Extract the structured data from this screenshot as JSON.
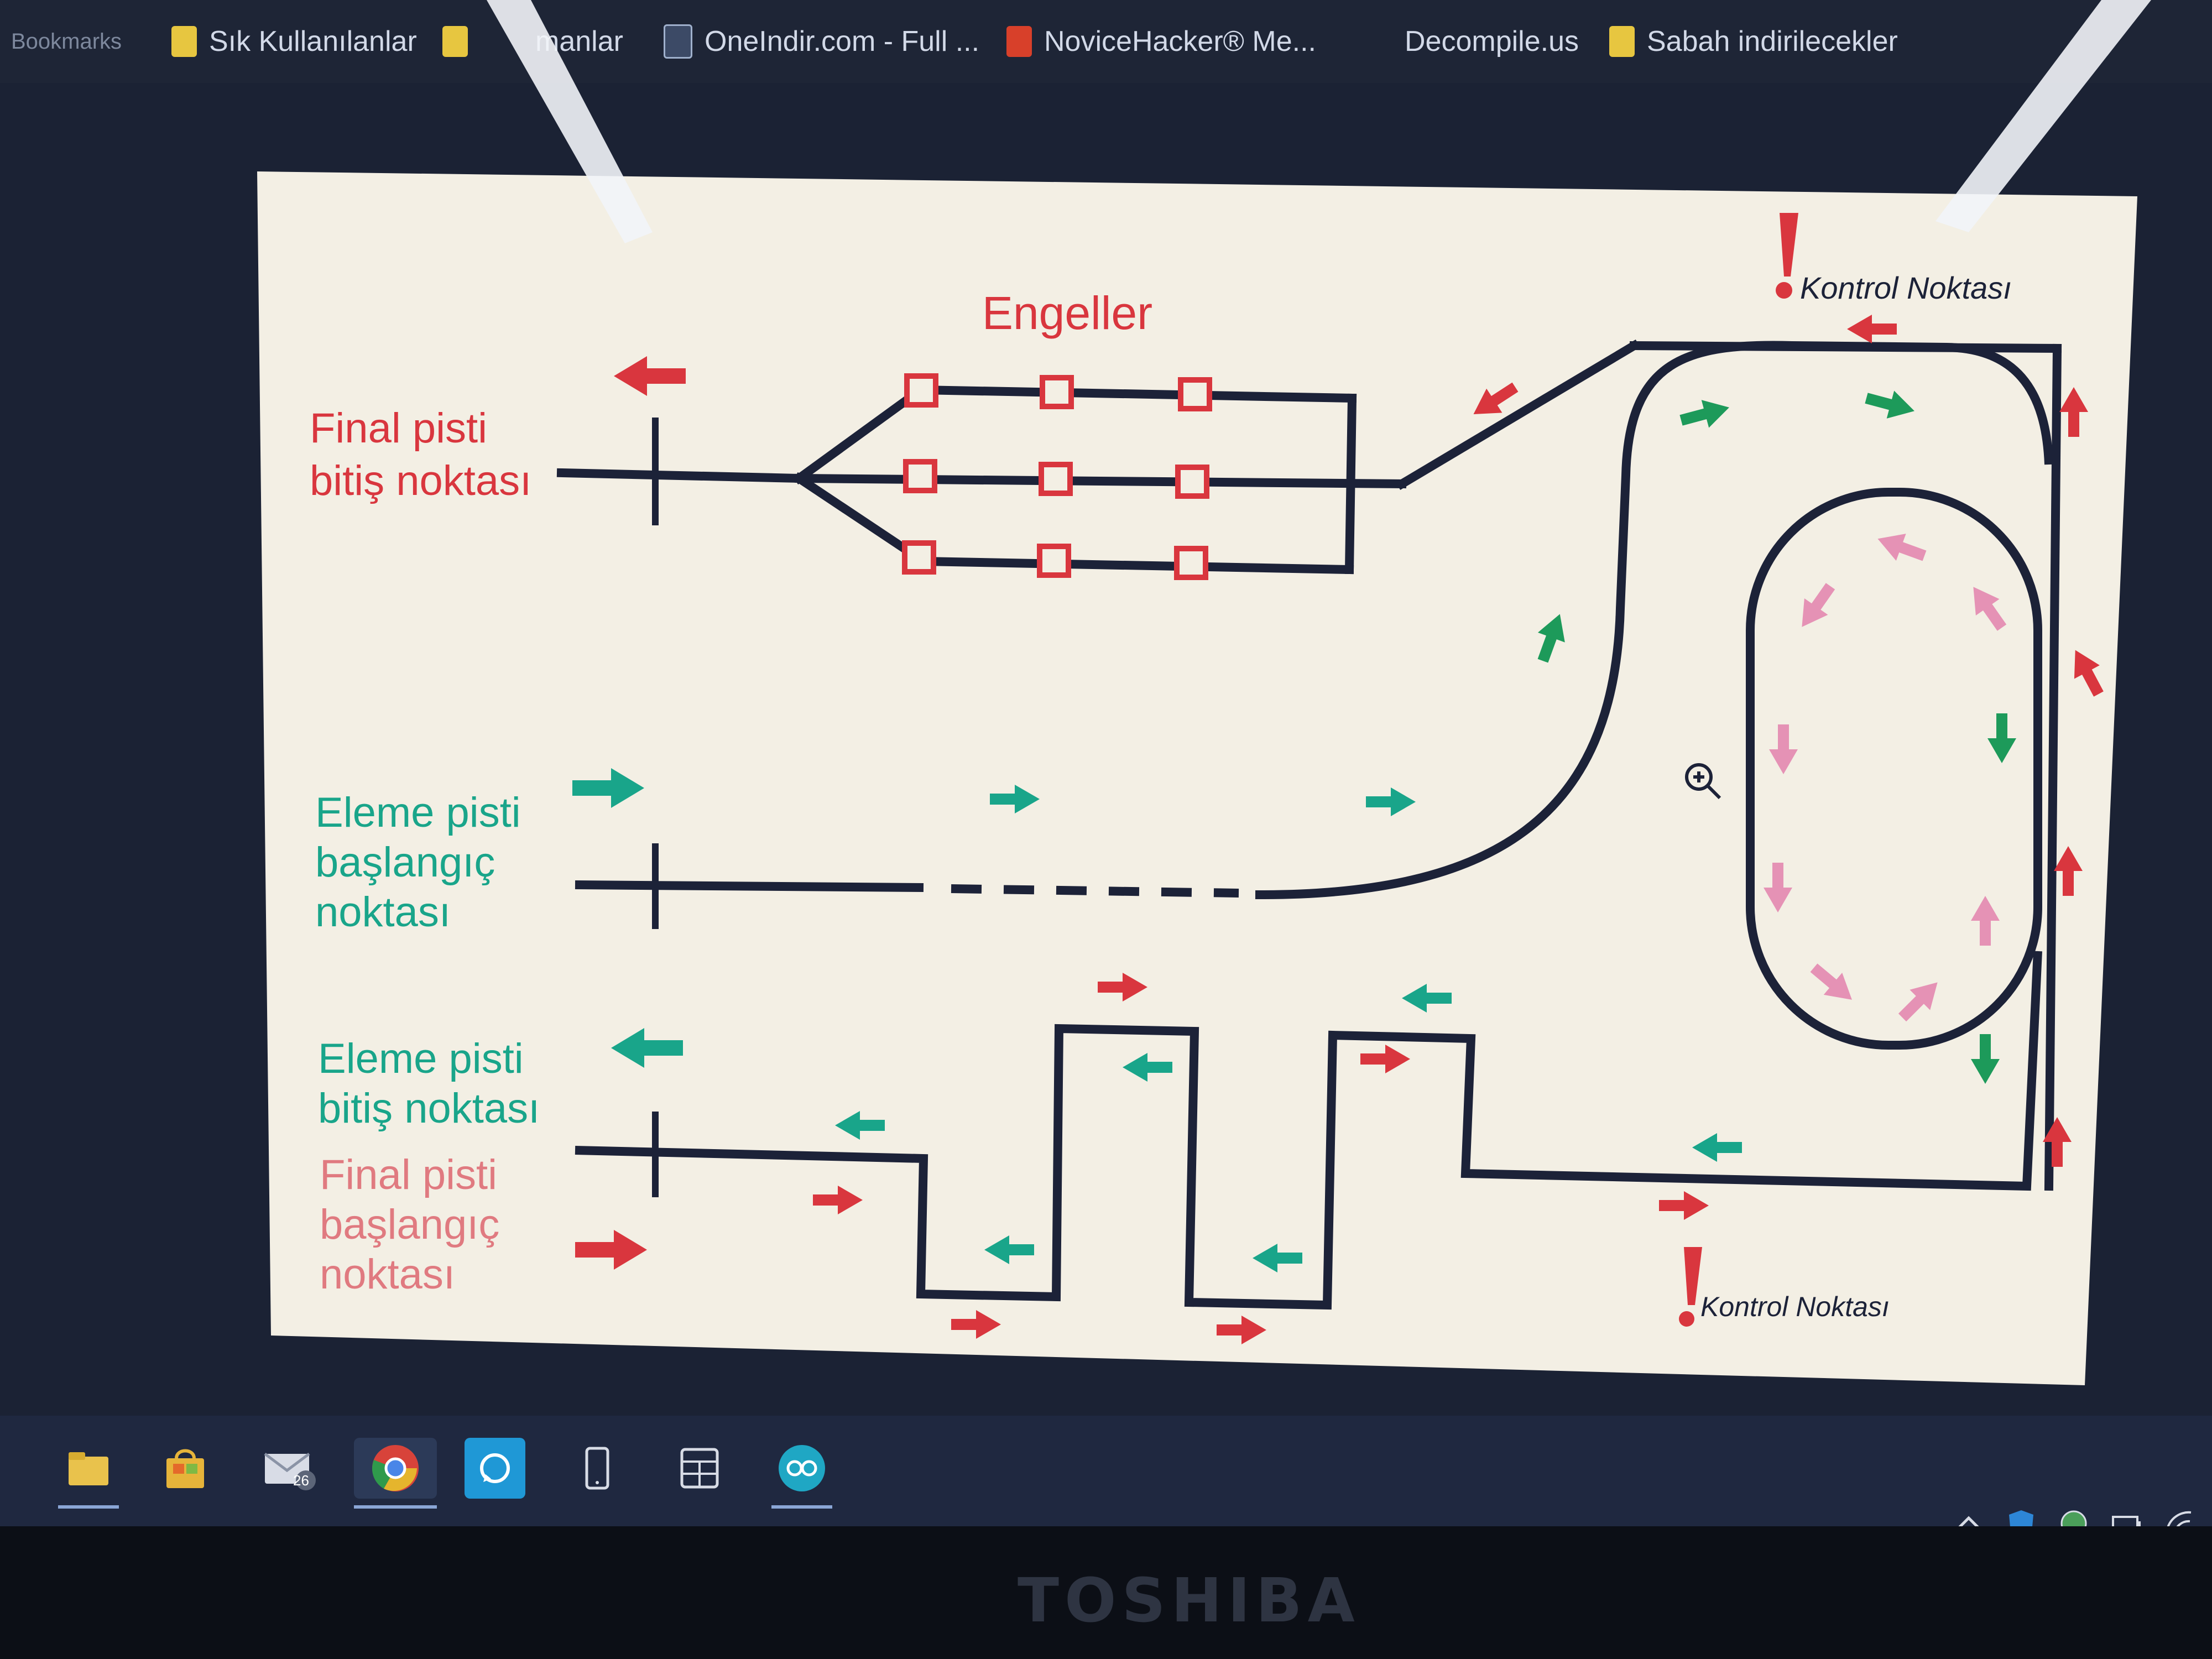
{
  "browser": {
    "bookmarks_bar": [
      {
        "label": "Bookmarks",
        "icon": "none"
      },
      {
        "label": "Sık Kullanılanlar",
        "icon": "folder-icon"
      },
      {
        "label": "manlar",
        "icon": "folder-icon"
      },
      {
        "label": "OneIndir.com - Full ...",
        "icon": "site-icon"
      },
      {
        "label": "NoviceHacker® Me...",
        "icon": "hacker-icon"
      },
      {
        "label": "Decompile.us",
        "icon": "none"
      },
      {
        "label": "Sabah indirilecekler",
        "icon": "folder-icon"
      }
    ]
  },
  "diagram": {
    "title": "Engeller",
    "final_finish": [
      "Final pisti",
      "bitiş noktası"
    ],
    "elim_start": [
      "Eleme pisti",
      "başlangıç",
      "noktası"
    ],
    "elim_finish": [
      "Eleme pisti",
      "bitiş noktası"
    ],
    "final_start": [
      "Final pisti",
      "başlangıç",
      "noktası"
    ],
    "checkpoint_label": "Kontrol Noktası",
    "colors": {
      "red": "#d9363e",
      "green": "#1d9a5a",
      "teal": "#19a58a",
      "pink": "#e592b5",
      "track": "#1c2238",
      "slide_bg": "#f3efe4"
    }
  },
  "taskbar": {
    "apps": [
      "file-explorer-icon",
      "store-icon",
      "mail-icon",
      "chrome-icon",
      "whatsapp-icon",
      "phone-icon",
      "calculator-icon",
      "arduino-icon"
    ],
    "mail_badge": "26"
  },
  "device": {
    "brand": "TOSHIBA"
  }
}
